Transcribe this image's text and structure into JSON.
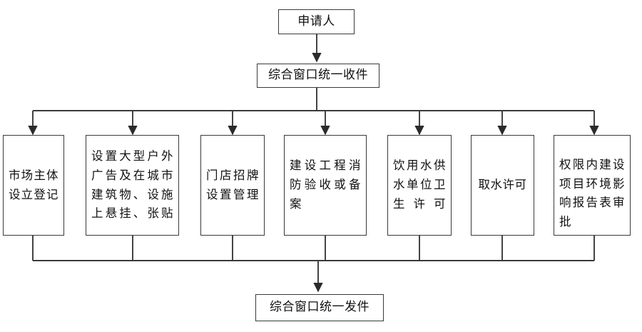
{
  "diagram": {
    "type": "flowchart",
    "orientation": "top-down",
    "nodes": {
      "applicant": {
        "label": "申请人"
      },
      "intake": {
        "label": "综合窗口统一收件"
      },
      "dispatch": {
        "label": "综合窗口统一发件"
      }
    },
    "tasks": [
      {
        "id": "task-1",
        "label": "市场主体设立登记"
      },
      {
        "id": "task-2",
        "label": "设置大型户外广告及在城市建筑物、设施上悬挂、张贴"
      },
      {
        "id": "task-3",
        "label": "门店招牌设置管理"
      },
      {
        "id": "task-4",
        "label": "建设工程消防验收或备案"
      },
      {
        "id": "task-5",
        "label": "饮用水供水单位卫生许可"
      },
      {
        "id": "task-6",
        "label": "取水许可"
      },
      {
        "id": "task-7",
        "label": "权限内建设项目环境影响报告表审批"
      }
    ],
    "colors": {
      "stroke": "#3a3a3a",
      "text": "#111111",
      "background": "#ffffff"
    }
  }
}
